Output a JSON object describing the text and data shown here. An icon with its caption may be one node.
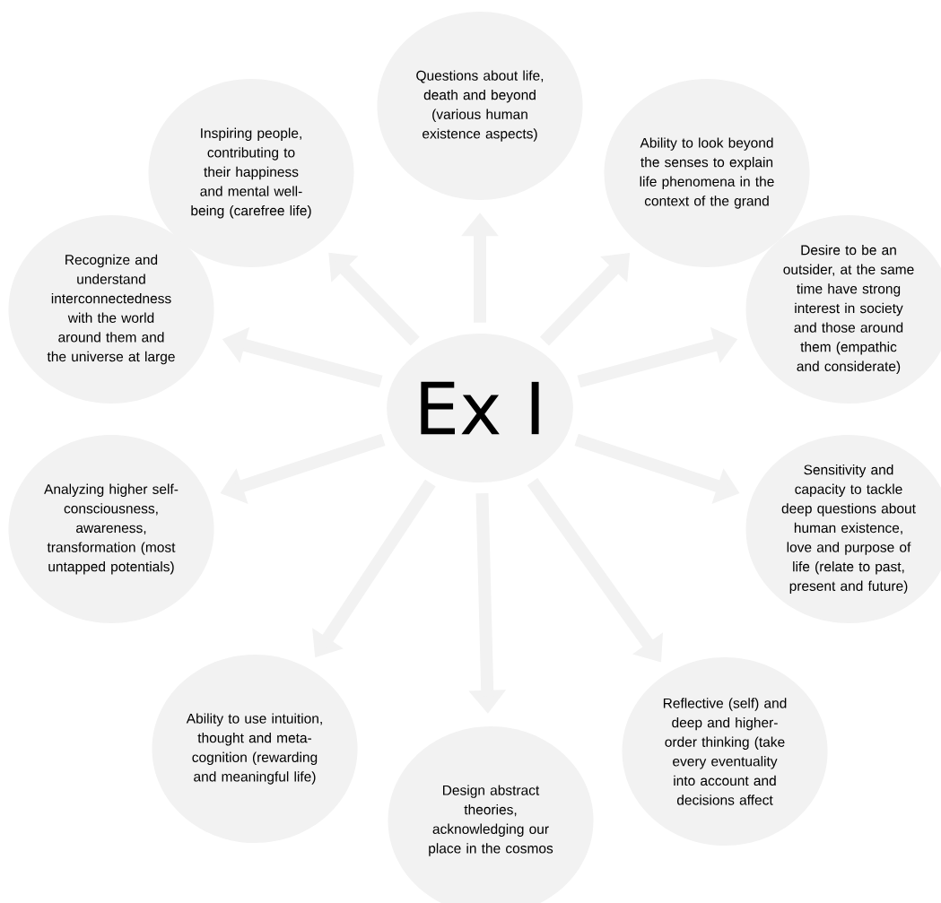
{
  "diagram": {
    "nodes": [
      {
        "text": [
          "Ex I"
        ]
      },
      {
        "text": [
          "Questions about life, death and beyond (various human existence aspects)"
        ]
      },
      {
        "text": [
          "Ability to look beyond the senses to explain life phenomena in the context of the grand"
        ]
      },
      {
        "text": [
          "Desire to be an outsider, at the same time have strong interest in society and those around them (empathic and considerate)"
        ]
      },
      {
        "text": [
          "Sensitivity and capacity to tackle deep questions about human existence, love and purpose of life (relate to past, present and future)"
        ]
      },
      {
        "text": [
          "Reflective (self) and deep and higher-order thinking (take every eventuality into account and decisions affect"
        ]
      },
      {
        "text": [
          "Design abstract theories, acknowledging our place in the cosmos"
        ]
      },
      {
        "text": [
          "Ability to use intuition, thought and meta-cognition (rewarding and meaningful life)"
        ]
      },
      {
        "text": [
          "Analyzing higher self-consciousness, awareness, transformation (most untapped potentials)"
        ]
      },
      {
        "text": [
          "Recognize and understand interconnectedness with the world around them and the universe at large"
        ]
      },
      {
        "text": [
          "Inspiring people, contributing to their happiness and mental well-being (carefree life)"
        ]
      }
    ],
    "edges": [
      {
        "from": 0,
        "to": 1,
        "arrow": "to"
      },
      {
        "from": 0,
        "to": 2,
        "arrow": "to"
      },
      {
        "from": 0,
        "to": 3,
        "arrow": "to"
      },
      {
        "from": 0,
        "to": 4,
        "arrow": "to"
      },
      {
        "from": 0,
        "to": 5,
        "arrow": "to"
      },
      {
        "from": 0,
        "to": 6,
        "arrow": "to"
      },
      {
        "from": 0,
        "to": 7,
        "arrow": "to"
      },
      {
        "from": 0,
        "to": 8,
        "arrow": "to"
      },
      {
        "from": 0,
        "to": 9,
        "arrow": "to"
      },
      {
        "from": 0,
        "to": 10,
        "arrow": "to"
      }
    ]
  }
}
